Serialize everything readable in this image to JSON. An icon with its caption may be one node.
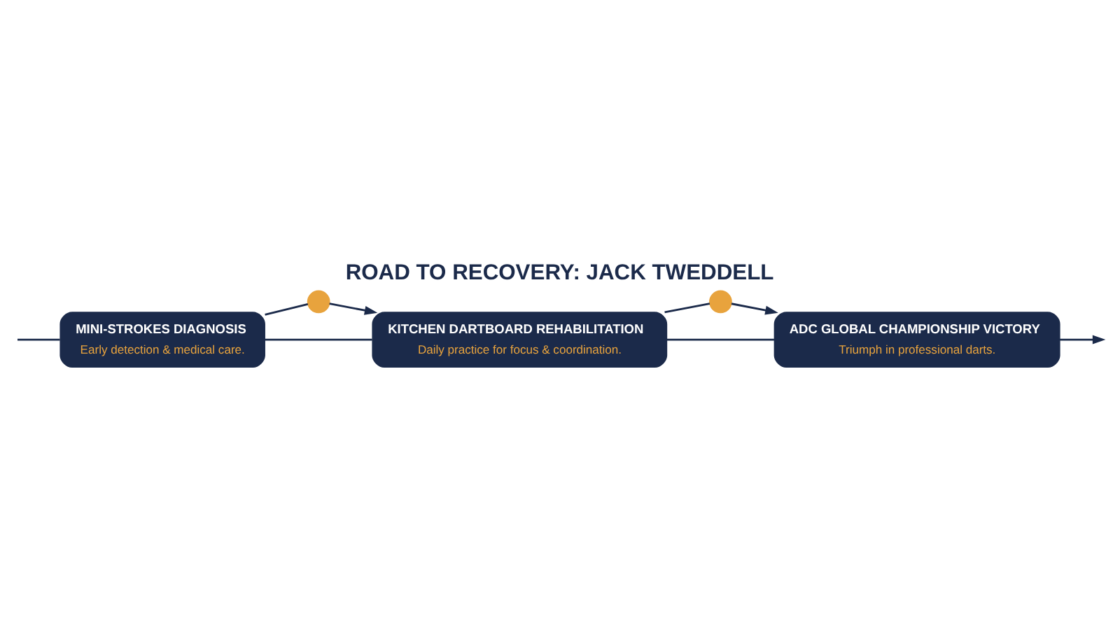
{
  "diagram": {
    "title": "ROAD TO RECOVERY: JACK TWEDDELL",
    "nodes": [
      {
        "text": [
          "MINI-STROKES DIAGNOSIS",
          "Early detection & medical care."
        ]
      },
      {
        "text": [],
        "shape": "circle"
      },
      {
        "text": [
          "KITCHEN DARTBOARD REHABILITATION",
          "Daily practice for focus & coordination."
        ]
      },
      {
        "text": [],
        "shape": "circle"
      },
      {
        "text": [
          "ADC GLOBAL CHAMPIONSHIP VICTORY",
          "Triumph in professional darts."
        ]
      }
    ],
    "edges": [
      {
        "from": null,
        "to": 0,
        "arrow": "none"
      },
      {
        "from": 0,
        "to": 2,
        "arrow": "none"
      },
      {
        "from": 2,
        "to": 4,
        "arrow": "none"
      },
      {
        "from": 4,
        "to": null,
        "arrow": "to"
      },
      {
        "from": 0,
        "to": 1,
        "arrow": "none"
      },
      {
        "from": 1,
        "to": 2,
        "arrow": "to"
      },
      {
        "from": 2,
        "to": 3,
        "arrow": "none"
      },
      {
        "from": 3,
        "to": 4,
        "arrow": "to"
      }
    ]
  }
}
